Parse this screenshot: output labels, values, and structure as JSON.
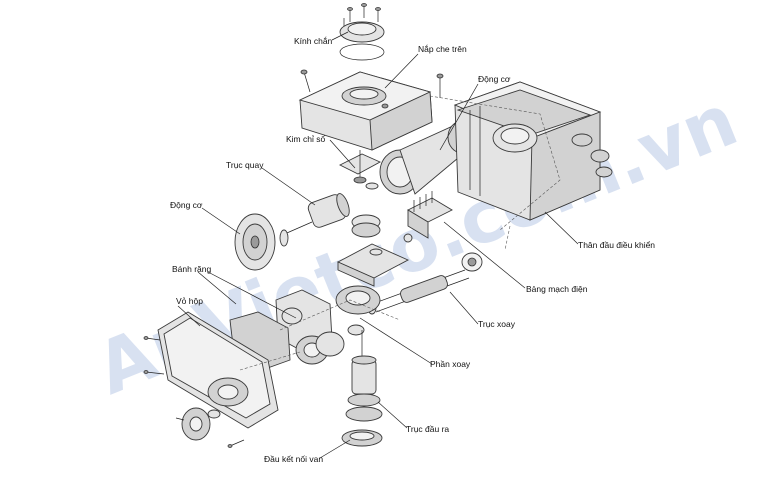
{
  "watermark": "AnVietco.com.vn",
  "labels": {
    "kinh_chan": "Kính chắn",
    "nap_che_tren": "Nắp che trên",
    "dong_co_top": "Động cơ",
    "kim_chi_so": "Kim chỉ số",
    "truc_quay": "Trục quay",
    "dong_co_left": "Động cơ",
    "banh_rang": "Bánh răng",
    "vo_hop": "Vỏ hộp",
    "than_dau_dieu_khien": "Thân đầu điều khiển",
    "bang_mach_dien": "Bảng mạch điện",
    "truc_xoay": "Trục xoay",
    "phan_xoay": "Phần xoay",
    "truc_dau_ra": "Trục đầu ra",
    "dau_ket_noi_van": "Đầu kết nối van"
  }
}
